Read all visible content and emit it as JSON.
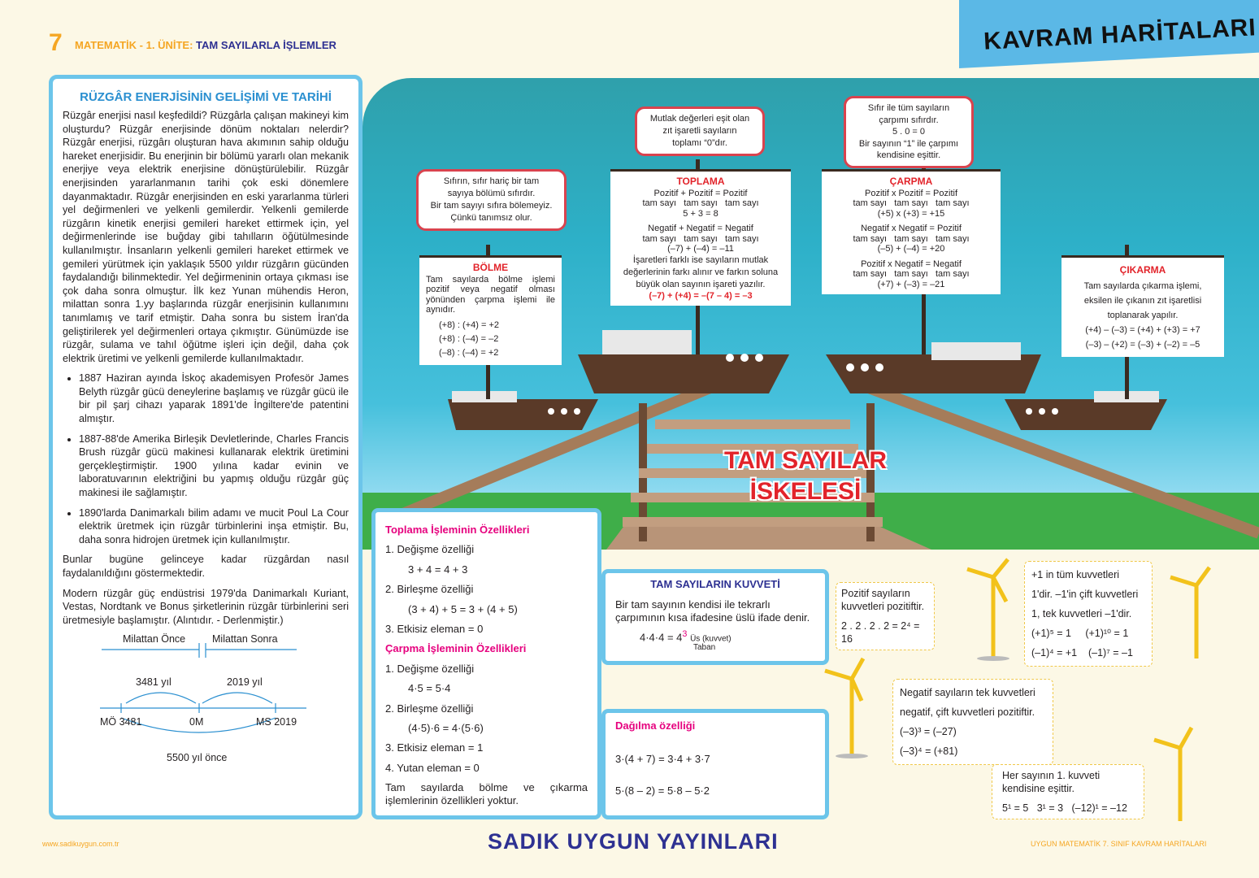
{
  "header": {
    "grade": "7",
    "title_prefix": "MATEMATİK - 1. ÜNİTE:",
    "title_main": "TAM SAYILARLA İŞLEMLER",
    "corner": "KAVRAM HARİTALARI"
  },
  "left": {
    "title": "RÜZGÂR ENERJİSİNİN GELİŞİMİ VE TARİHİ",
    "intro": "Rüzgâr enerjisi nasıl keşfedildi? Rüzgârla çalışan makineyi kim oluşturdu? Rüzgâr enerjisinde dönüm noktaları nelerdir? Rüzgâr enerjisi, rüzgârı oluşturan hava akımının sahip olduğu hareket enerjisidir. Bu enerjinin bir bölümü yararlı olan mekanik enerjiye veya elektrik enerjisine dönüştürülebilir. Rüzgâr enerjisinden yararlanmanın tarihi çok eski dönemlere dayanmaktadır. Rüzgâr enerjisinden en eski yararlanma türleri yel değirmenleri ve yelkenli gemilerdir. Yelkenli gemilerde rüzgârın kinetik enerjisi gemileri hareket ettirmek için, yel değirmenlerinde ise buğday gibi tahılların öğütülmesinde kullanılmıştır. İnsanların yelkenli gemileri hareket ettirmek ve gemileri yürütmek için yaklaşık 5500 yıldır rüzgârın gücünden faydalandığı bilinmektedir. Yel değirmeninin ortaya çıkması ise çok daha sonra olmuştur. İlk kez Yunan mühendis Heron, milattan sonra 1.yy başlarında rüzgâr enerjisinin kullanımını tanımlamış ve tarif etmiştir. Daha sonra bu sistem İran'da geliştirilerek yel değirmenleri ortaya çıkmıştır. Günümüzde ise rüzgâr, sulama ve tahıl öğütme işleri için değil, daha çok elektrik üretimi ve yelkenli gemilerde kullanılmaktadır.",
    "bullets": [
      "1887 Haziran ayında İskoç akademisyen Profesör James Belyth rüzgâr gücü deneylerine başlamış ve rüzgâr gücü ile bir pil şarj cihazı yaparak 1891'de İngiltere'de patentini almıştır.",
      "1887-88'de Amerika Birleşik Devletlerinde, Charles Francis Brush rüzgâr gücü makinesi kullanarak elektrik üretimini gerçekleştirmiştir. 1900 yılına kadar evinin ve laboratuvarının elektriğini bu yapmış olduğu rüzgâr güç makinesi ile sağlamıştır.",
      "1890'larda Danimarkalı bilim adamı ve mucit Poul La Cour elektrik üretmek için rüzgâr türbinlerini inşa etmiştir. Bu, daha sonra hidrojen üretmek için kullanılmıştır."
    ],
    "p2": "Bunlar bugüne gelinceye kadar rüzgârdan nasıl faydalanıldığını göstermektedir.",
    "p3": "Modern rüzgâr güç endüstrisi 1979'da Danimarkalı Kuriant, Vestas, Nordtank ve Bonus şirketlerinin rüzgâr türbinlerini seri üretmesiyle başlamıştır. (Alıntıdır. - Derlenmiştir.)",
    "timeline": {
      "before": "Milattan Önce",
      "after": "Milattan Sonra",
      "span1": "3481 yıl",
      "span2": "2019 yıl",
      "p1": "MÖ 3481",
      "p0": "0M",
      "p2": "MS 2019",
      "total": "5500 yıl önce"
    }
  },
  "scene": {
    "title1": "TAM SAYILAR",
    "title2": "İSKELESİ",
    "bolme_callout": [
      "Sıfırın, sıfır hariç bir tam",
      "sayıya bölümü sıfırdır.",
      "Bir tam sayıyı sıfıra bölemeyiz.",
      "Çünkü tanımsız olur."
    ],
    "bolme": {
      "title": "BÖLME",
      "text": "Tam sayılarda bölme işlemi pozitif veya negatif olması yönünden çarpma işlemi ile aynıdır.",
      "ex": [
        "(+8) : (+4) = +2",
        "(+8) : (–4) = –2",
        "(–8) : (–4) = +2"
      ]
    },
    "toplama_callout": [
      "Mutlak değerleri eşit olan",
      "zıt işaretli sayıların",
      "toplamı “0”dır."
    ],
    "toplama": {
      "title": "TOPLAMA",
      "r1": "Pozitif + Pozitif = Pozitif",
      "r1b": "tam sayı   tam sayı   tam sayı",
      "e1": "5 + 3 = 8",
      "r2": "Negatif + Negatif = Negatif",
      "r2b": "tam sayı   tam sayı   tam sayı",
      "e2": "(–7) + (–4) = –11",
      "rule": "İşaretleri farklı ise sayıların mutlak değerlerinin farkı alınır ve farkın soluna büyük olan sayının işareti yazılır.",
      "e3": "(–7) + (+4) = –(7 – 4) = –3"
    },
    "carpma_callout": [
      "Sıfır ile tüm sayıların",
      "çarpımı sıfırdır.",
      "5 . 0 = 0",
      "Bir sayının “1” ile çarpımı",
      "kendisine eşittir."
    ],
    "carpma": {
      "title": "ÇARPMA",
      "r1": "Pozitif x Pozitif = Pozitif",
      "e1": "(+5) x (+3) = +15",
      "r2": "Negatif x Negatif = Pozitif",
      "e2": "(–5) + (–4) = +20",
      "r3": "Pozitif x Negatif = Negatif",
      "e3": "(+7) + (–3) = –21",
      "sub": "tam sayı   tam sayı   tam sayı"
    },
    "cikarma": {
      "title": "ÇIKARMA",
      "text": [
        "Tam sayılarda çıkarma işlemi,",
        "eksilen ile çıkanın zıt işaretlisi",
        "toplanarak yapılır."
      ],
      "ex": [
        "(+4) – (–3) = (+4) + (+3) = +7",
        "(–3) – (+2) = (–3) + (–2) = –5"
      ]
    }
  },
  "props": {
    "t1": "Toplama İşleminin Özellikleri",
    "items1": [
      "1. Değişme özelliği",
      "3 + 4 = 4 + 3",
      "2. Birleşme özelliği",
      "(3 + 4) + 5 = 3 + (4 + 5)",
      "3. Etkisiz eleman = 0"
    ],
    "t2": "Çarpma İşleminin Özellikleri",
    "items2": [
      "1. Değişme özelliği",
      "4·5 = 5·4",
      "2. Birleşme özelliği",
      "(4·5)·6 = 4·(5·6)",
      "3. Etkisiz eleman = 1",
      "4. Yutan eleman = 0"
    ],
    "note": "Tam sayılarda bölme ve çıkarma işlemlerinin özellikleri yoktur."
  },
  "kuvvet": {
    "title": "TAM SAYILARIN KUVVETİ",
    "text": "Bir tam sayının kendisi ile tekrarlı çarpımının kısa ifadesine üslü ifade denir.",
    "ex": "4·4·4 = 4",
    "exp": "3",
    "us": "Üs (kuvvet)",
    "taban": "Taban"
  },
  "dagilma": {
    "title": "Dağılma özelliği",
    "e1": "3·(4 + 7) = 3·4 + 3·7",
    "e2": "5·(8 – 2) = 5·8 – 5·2"
  },
  "notes": {
    "n1": [
      "Pozitif sayıların",
      "kuvvetleri pozitiftir.",
      "2 . 2 . 2 . 2 = 2⁴ = 16"
    ],
    "n2": [
      "+1 in tüm kuvvetleri",
      "1'dir. –1'in çift kuvvetleri",
      "1, tek kuvvetleri –1'dir.",
      "(+1)⁵ = 1     (+1)¹⁰ = 1",
      "(–1)⁴ = +1    (–1)⁷ = –1"
    ],
    "n3": [
      "Negatif sayıların tek kuvvetleri",
      "negatif, çift kuvvetleri pozitiftir.",
      "(–3)³ = (–27)",
      "(–3)⁴ = (+81)"
    ],
    "n4": [
      "Her sayının 1. kuvveti",
      "kendisine eşittir.",
      "5¹ = 5   3¹ = 3   (–12)¹ = –12"
    ]
  },
  "footer": {
    "publisher": "SADIK  UYGUN  YAYINLARI",
    "url": "www.sadikuygun.com.tr",
    "right": "UYGUN MATEMATİK 7. SINIF KAVRAM HARİTALARI"
  },
  "colors": {
    "accent_blue": "#6cc5ea",
    "red": "#e2232a",
    "magenta": "#e6007e",
    "navy": "#2e3192",
    "orange": "#f5a623"
  }
}
